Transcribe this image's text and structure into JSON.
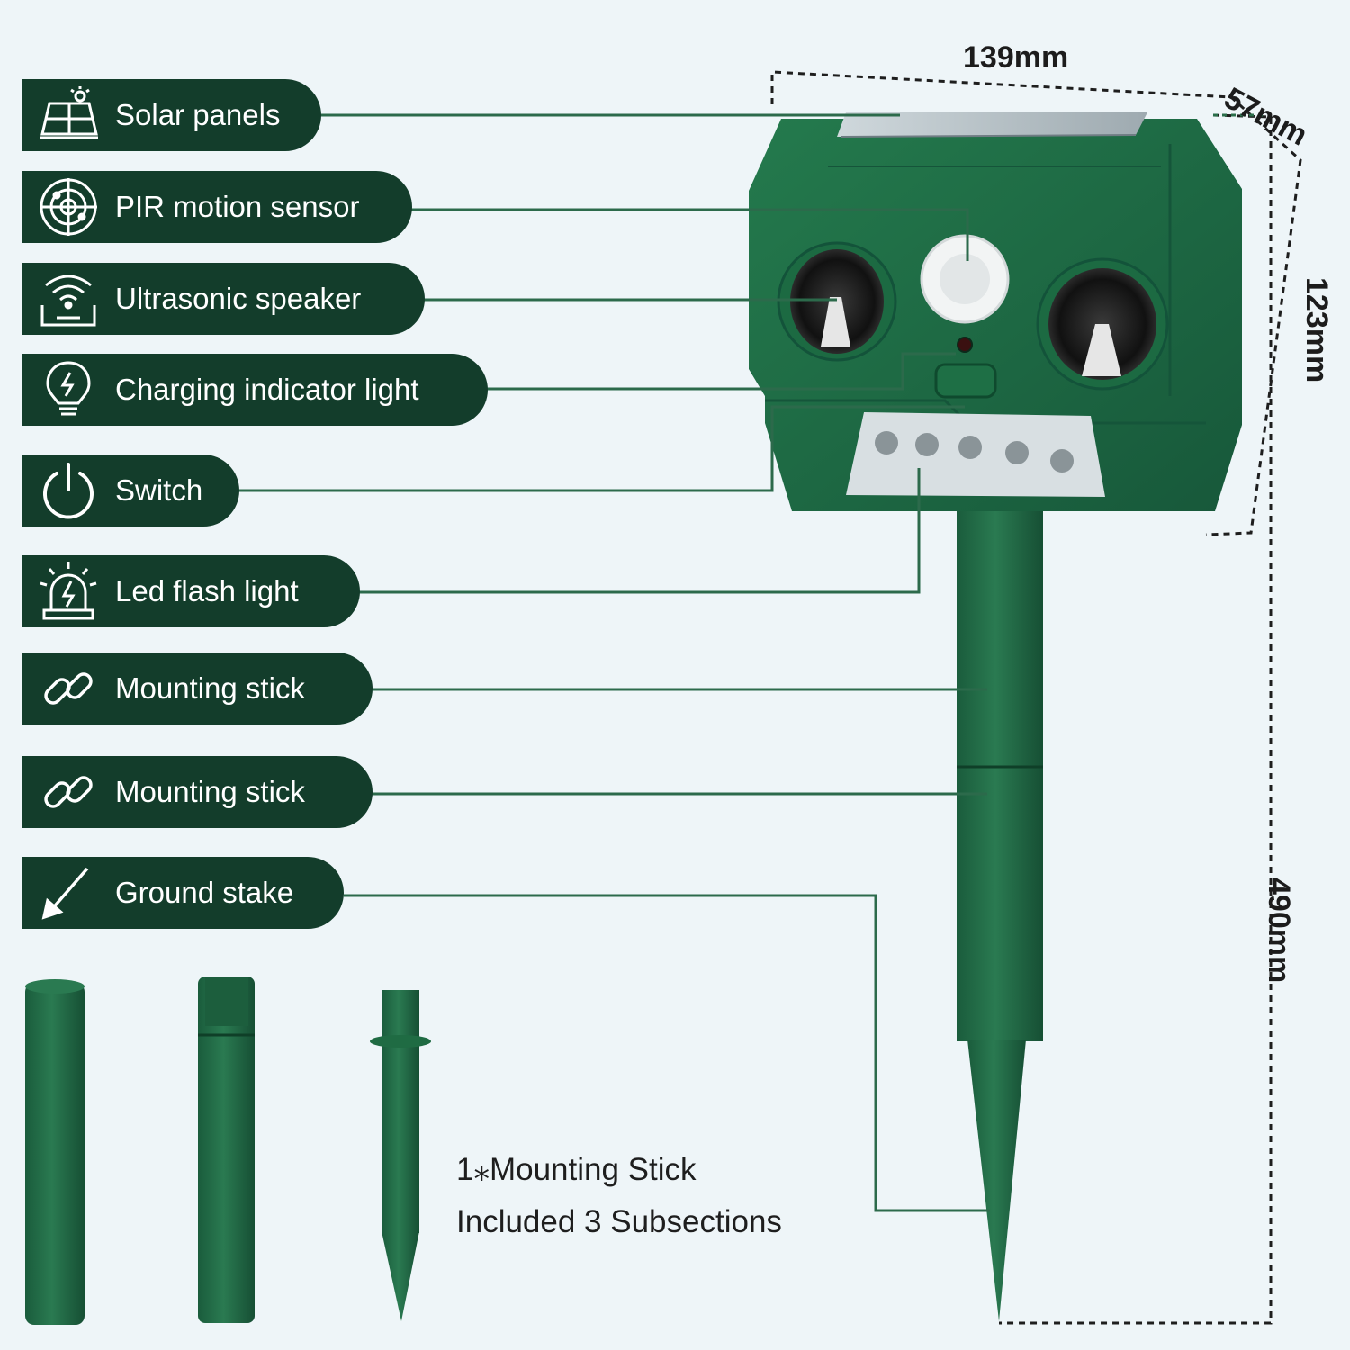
{
  "labels": [
    {
      "icon": "solar-panel-icon",
      "text": "Solar panels"
    },
    {
      "icon": "radar-icon",
      "text": "PIR motion sensor"
    },
    {
      "icon": "wifi-speaker-icon",
      "text": "Ultrasonic speaker"
    },
    {
      "icon": "bulb-icon",
      "text": "Charging indicator light"
    },
    {
      "icon": "power-icon",
      "text": "Switch"
    },
    {
      "icon": "alarm-light-icon",
      "text": "Led flash light"
    },
    {
      "icon": "link-icon",
      "text": "Mounting stick"
    },
    {
      "icon": "link-icon",
      "text": "Mounting stick"
    },
    {
      "icon": "arrow-down-left-icon",
      "text": "Ground stake"
    }
  ],
  "dimensions": {
    "width": "139mm",
    "depth": "57mm",
    "height": "123mm",
    "total_height": "490mm"
  },
  "caption": {
    "line1": "1⁎Mounting Stick",
    "line2": "Included 3 Subsections"
  },
  "colors": {
    "pill": "#133d2b",
    "product": "#1f6b43",
    "background": "#eef5f8"
  }
}
